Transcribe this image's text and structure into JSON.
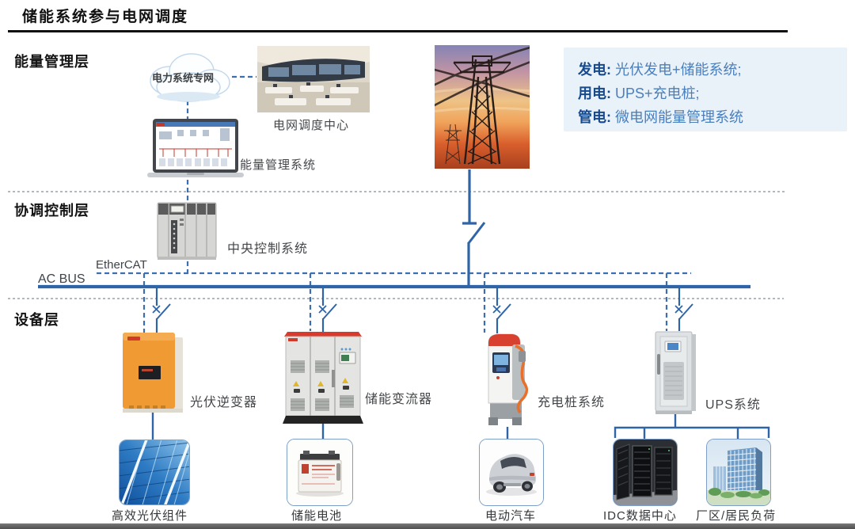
{
  "title": "储能系统参与电网调度",
  "layers": {
    "l1": "能量管理层",
    "l2": "协调控制层",
    "l3": "设备层"
  },
  "info_box": {
    "lines": [
      {
        "label": "发电:",
        "text": "光伏发电+储能系统;"
      },
      {
        "label": "用电:",
        "text": "UPS+充电桩;"
      },
      {
        "label": "管电:",
        "text": "微电网能量管理系统"
      }
    ]
  },
  "labels": {
    "cloud": "电力系统专网",
    "dispatch_center": "电网调度中心",
    "ems": "能量管理系统",
    "central_control": "中央控制系统",
    "ethercat": "EtherCAT",
    "ac_bus": "AC BUS",
    "pv_inverter": "光伏逆变器",
    "storage_converter": "储能变流器",
    "charging_pile": "充电桩系统",
    "ups": "UPS系统",
    "pv_module": "高效光伏组件",
    "battery": "储能电池",
    "ev": "电动汽车",
    "idc": "IDC数据中心",
    "load": "厂区/居民负荷"
  },
  "colors": {
    "solid_line_blue": "#2f65a7",
    "dashed_line_blue": "#3d6fb0",
    "divider_gray": "#9aa0a6",
    "info_bg": "#e9f1f9",
    "info_label_blue": "#164a8c",
    "info_text_blue": "#4b7fbc",
    "inverter_orange": "#f09a33",
    "cabinet_red": "#d93a2c"
  }
}
